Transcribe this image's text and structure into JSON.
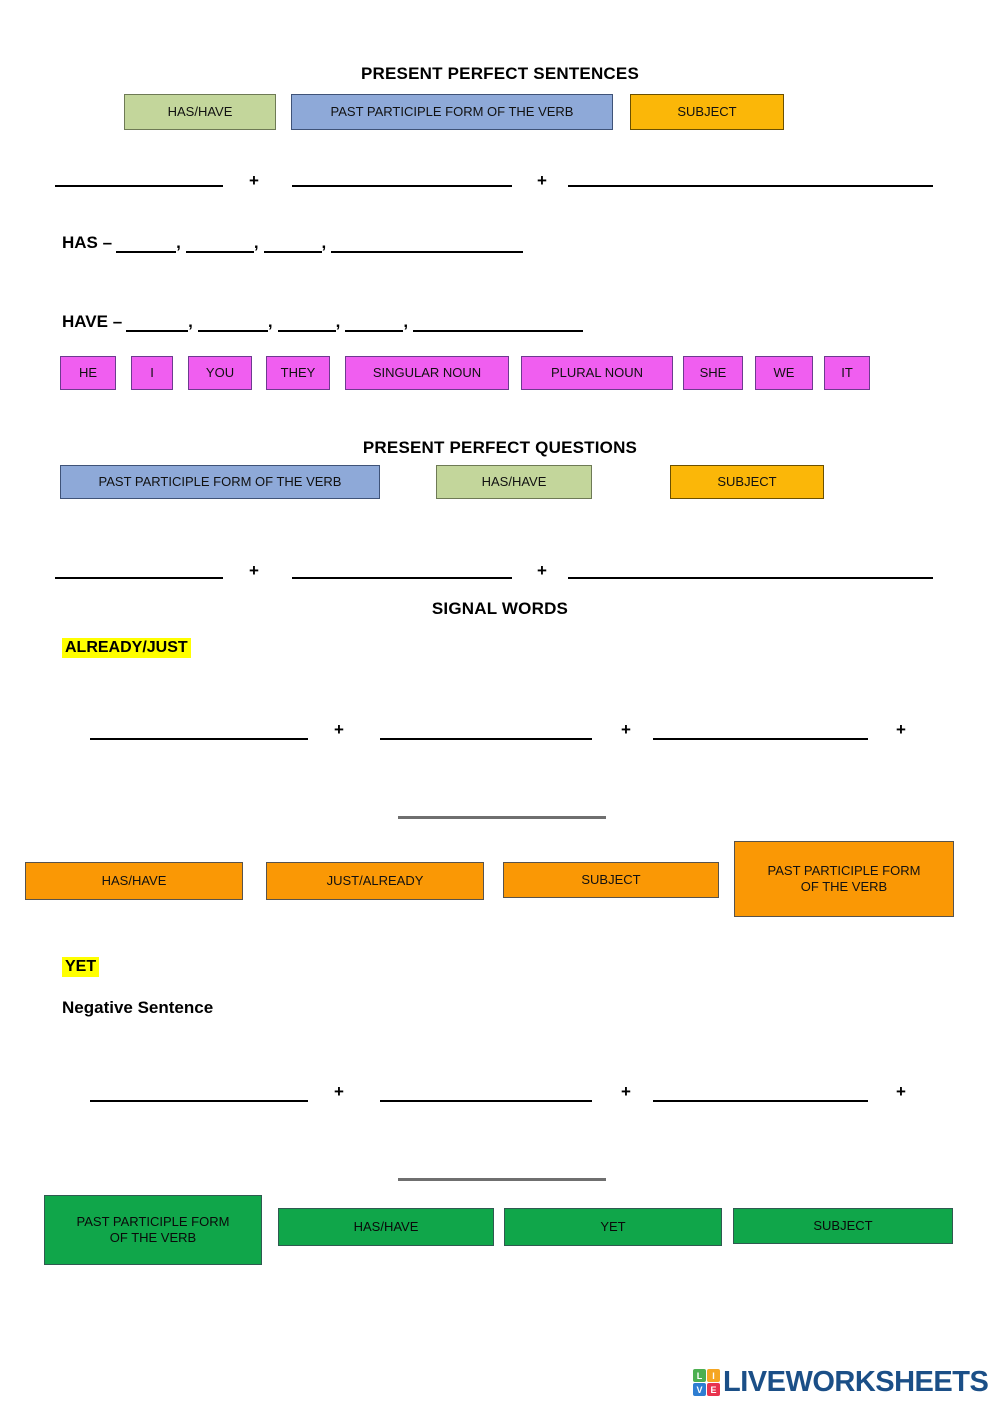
{
  "worksheet": {
    "sections": {
      "sentences_heading": "PRESENT PERFECT SENTENCES",
      "questions_heading": "PRESENT PERFECT QUESTIONS",
      "signal_heading": "SIGNAL WORDS"
    },
    "sentence_boxes": [
      {
        "label": "HAS/HAVE",
        "color": "#c3d69b"
      },
      {
        "label": "PAST PARTICIPLE FORM OF THE VERB",
        "color": "#8ea9d8"
      },
      {
        "label": "SUBJECT",
        "color": "#fbb708"
      }
    ],
    "has_row": {
      "lead": "HAS –",
      "separator": ",",
      "short_blanks": 3,
      "long_blank": true
    },
    "have_row": {
      "lead": "HAVE –",
      "separator": ",",
      "short_blanks": 4,
      "long_blank": true
    },
    "pronoun_boxes": [
      {
        "label": "HE"
      },
      {
        "label": "I"
      },
      {
        "label": "YOU"
      },
      {
        "label": "THEY"
      },
      {
        "label": "SINGULAR NOUN"
      },
      {
        "label": "PLURAL NOUN"
      },
      {
        "label": "SHE"
      },
      {
        "label": "WE"
      },
      {
        "label": "IT"
      }
    ],
    "question_boxes": [
      {
        "label": "PAST PARTICIPLE FORM OF THE VERB",
        "color": "#8ea9d8"
      },
      {
        "label": "HAS/HAVE",
        "color": "#c3d69b"
      },
      {
        "label": "SUBJECT",
        "color": "#fbb708"
      }
    ],
    "already_just": {
      "signal_label": "ALREADY/JUST",
      "boxes": [
        {
          "label": "HAS/HAVE"
        },
        {
          "label": "JUST/ALREADY"
        },
        {
          "label": "SUBJECT"
        },
        {
          "line1": "PAST PARTICIPLE FORM",
          "line2": "OF THE VERB"
        }
      ]
    },
    "yet": {
      "signal_label": "YET",
      "subtitle": "Negative Sentence",
      "boxes": [
        {
          "line1": "PAST PARTICIPLE FORM",
          "line2": "OF THE VERB"
        },
        {
          "label": "HAS/HAVE"
        },
        {
          "label": "YET"
        },
        {
          "label": "SUBJECT"
        }
      ]
    },
    "plus_symbol": "+"
  },
  "footer": {
    "logo_tiles": [
      "L",
      "I",
      "V",
      "E"
    ],
    "brand": "LIVEWORKSHEETS"
  }
}
